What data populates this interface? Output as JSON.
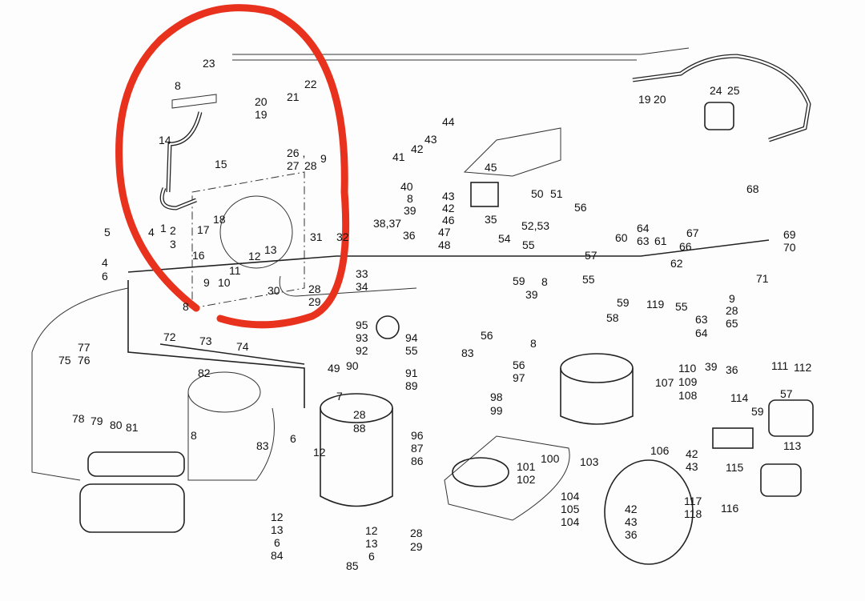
{
  "title": "Hydraulic system parts diagram",
  "annotation": {
    "shape": "freehand-circle",
    "color": "#e8321e"
  },
  "labels": [
    "23",
    "22",
    "21",
    "8",
    "20",
    "19",
    "14",
    "15",
    "26 ,",
    "27",
    "28",
    "9",
    "17",
    "18",
    "1",
    "2",
    "3",
    "4",
    "5",
    "4",
    "6",
    "16",
    "12",
    "13",
    "11",
    "10",
    "9",
    "8",
    "30",
    "31",
    "28",
    "29",
    "32",
    "33",
    "34",
    "41",
    "42",
    "43",
    "44",
    "45",
    "40",
    "8",
    "39",
    "38,37",
    "36",
    "43",
    "42",
    "46",
    "47",
    "48",
    "35",
    "50",
    "51",
    "56",
    "52,53",
    "54",
    "55",
    "60",
    "64",
    "63",
    "61",
    "57",
    "55",
    "59",
    "39",
    "8",
    "59",
    "119",
    "58",
    "55",
    "62",
    "67",
    "66",
    "63",
    "64",
    "9",
    "28",
    "65",
    "68",
    "69",
    "70",
    "71",
    "24",
    "25",
    "19",
    "20",
    "95",
    "94",
    "93",
    "92",
    "55",
    "56",
    "8",
    "83",
    "56",
    "97",
    "91",
    "89",
    "90",
    "49",
    "7",
    "28",
    "88",
    "98",
    "99",
    "96",
    "87",
    "86",
    "100",
    "101",
    "102",
    "6",
    "12",
    "83",
    "72",
    "73",
    "74",
    "77",
    "76",
    "75",
    "82",
    "78",
    "79",
    "80",
    "81",
    "8",
    "12",
    "13",
    "6",
    "84",
    "85",
    "12",
    "13",
    "6",
    "28",
    "29",
    "107",
    "110",
    "109",
    "108",
    "39",
    "36",
    "111",
    "112",
    "114",
    "57",
    "59",
    "113",
    "106",
    "42",
    "43",
    "103",
    "115",
    "116",
    "117",
    "118",
    "104",
    "105",
    "104",
    "42",
    "43",
    "36"
  ]
}
